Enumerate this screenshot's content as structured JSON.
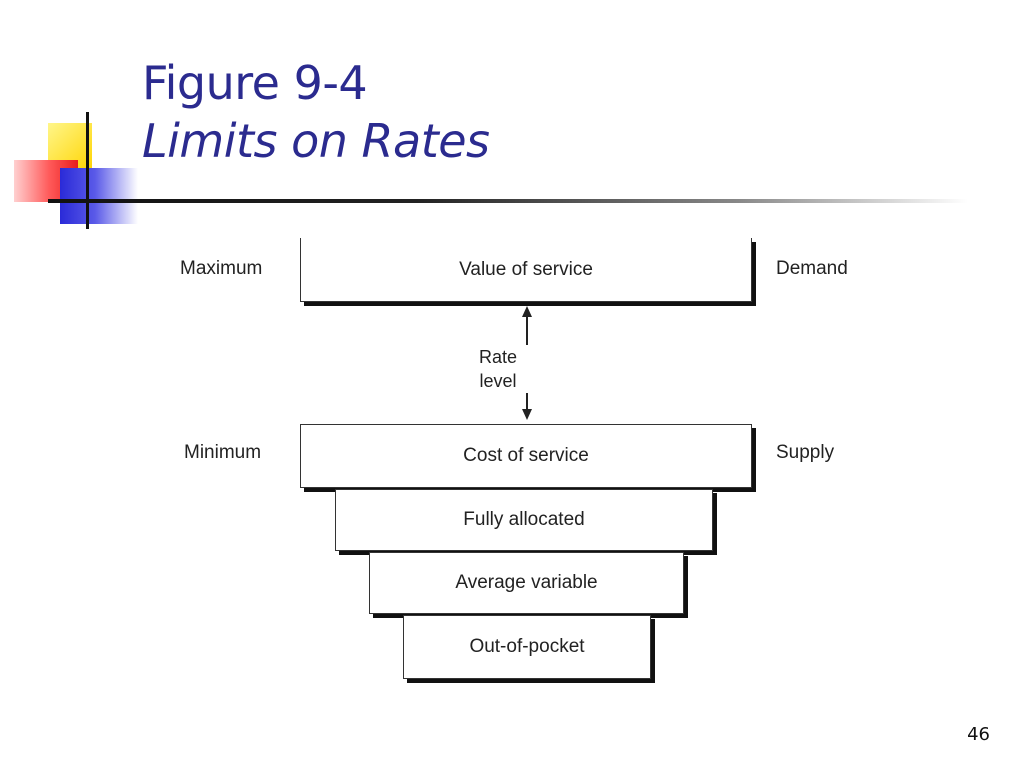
{
  "slide": {
    "title_line1": "Figure 9-4",
    "title_line2": "Limits on Rates",
    "page_number": "46"
  },
  "diagram": {
    "top_box": "Value of service",
    "left_top": "Maximum",
    "right_top": "Demand",
    "arrow_label_line1": "Rate",
    "arrow_label_line2": "level",
    "left_bottom": "Minimum",
    "right_bottom": "Supply",
    "cost_boxes": [
      "Cost of service",
      "Fully allocated",
      "Average variable",
      "Out-of-pocket"
    ]
  }
}
